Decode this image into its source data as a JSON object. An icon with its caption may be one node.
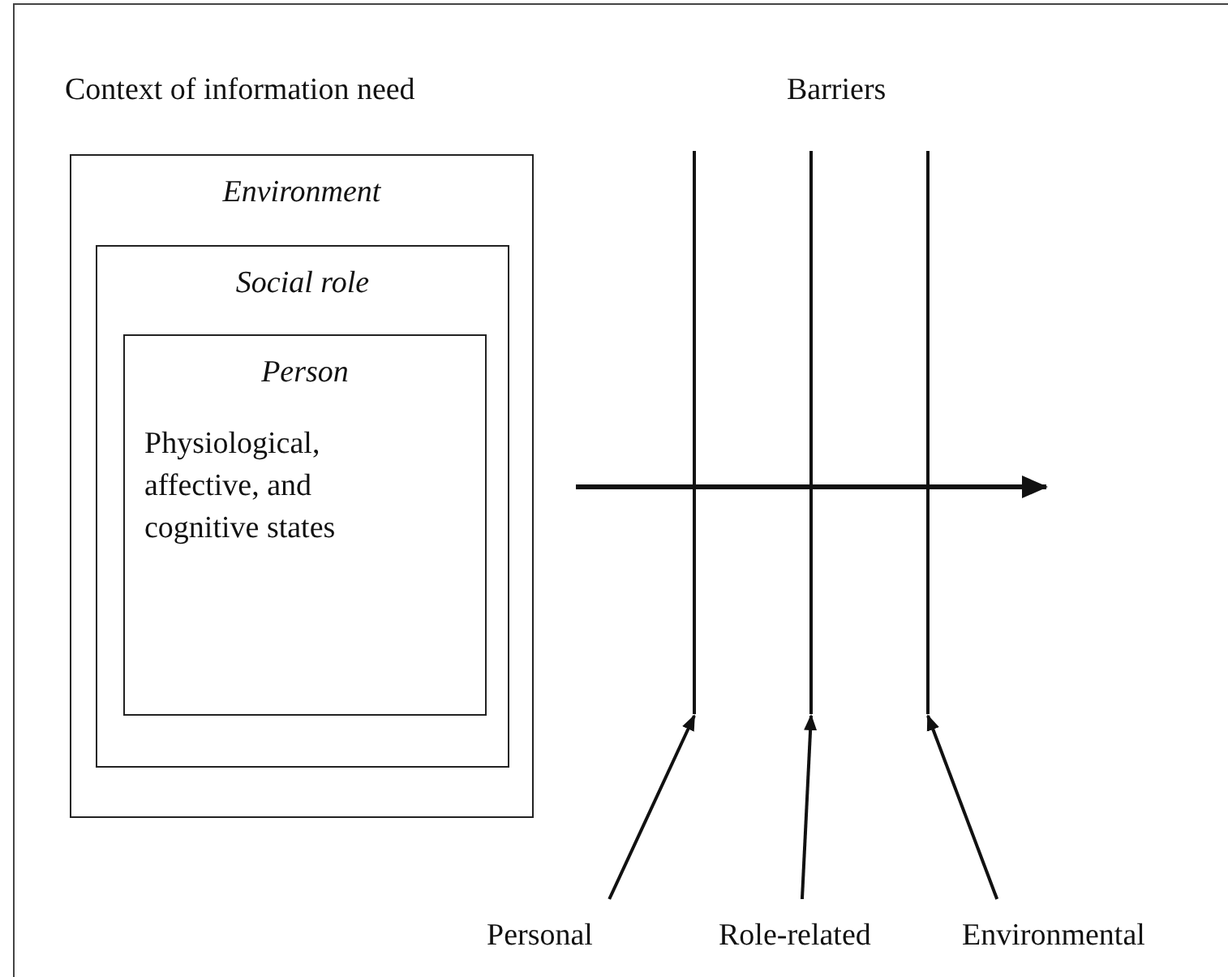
{
  "diagram": {
    "nodes": [
      {
        "text": [
          "Environment"
        ]
      },
      {
        "text": [
          "Social role"
        ],
        "in": 0
      },
      {
        "text": [
          "Person",
          "Physiological, affective, and cognitive states"
        ],
        "in": 1
      },
      {
        "text": [],
        "shape": "bar"
      },
      {
        "text": [],
        "shape": "bar"
      },
      {
        "text": [],
        "shape": "bar"
      },
      {
        "text": [
          "Personal"
        ]
      },
      {
        "text": [
          "Role-related"
        ]
      },
      {
        "text": [
          "Environmental"
        ]
      }
    ],
    "edges": [
      {
        "from": 6,
        "to": 3,
        "arrow": "to"
      },
      {
        "from": 7,
        "to": 4,
        "arrow": "to"
      },
      {
        "from": 8,
        "to": 5,
        "arrow": "to"
      }
    ],
    "labels": [
      "Context of information need",
      "Barriers"
    ]
  }
}
